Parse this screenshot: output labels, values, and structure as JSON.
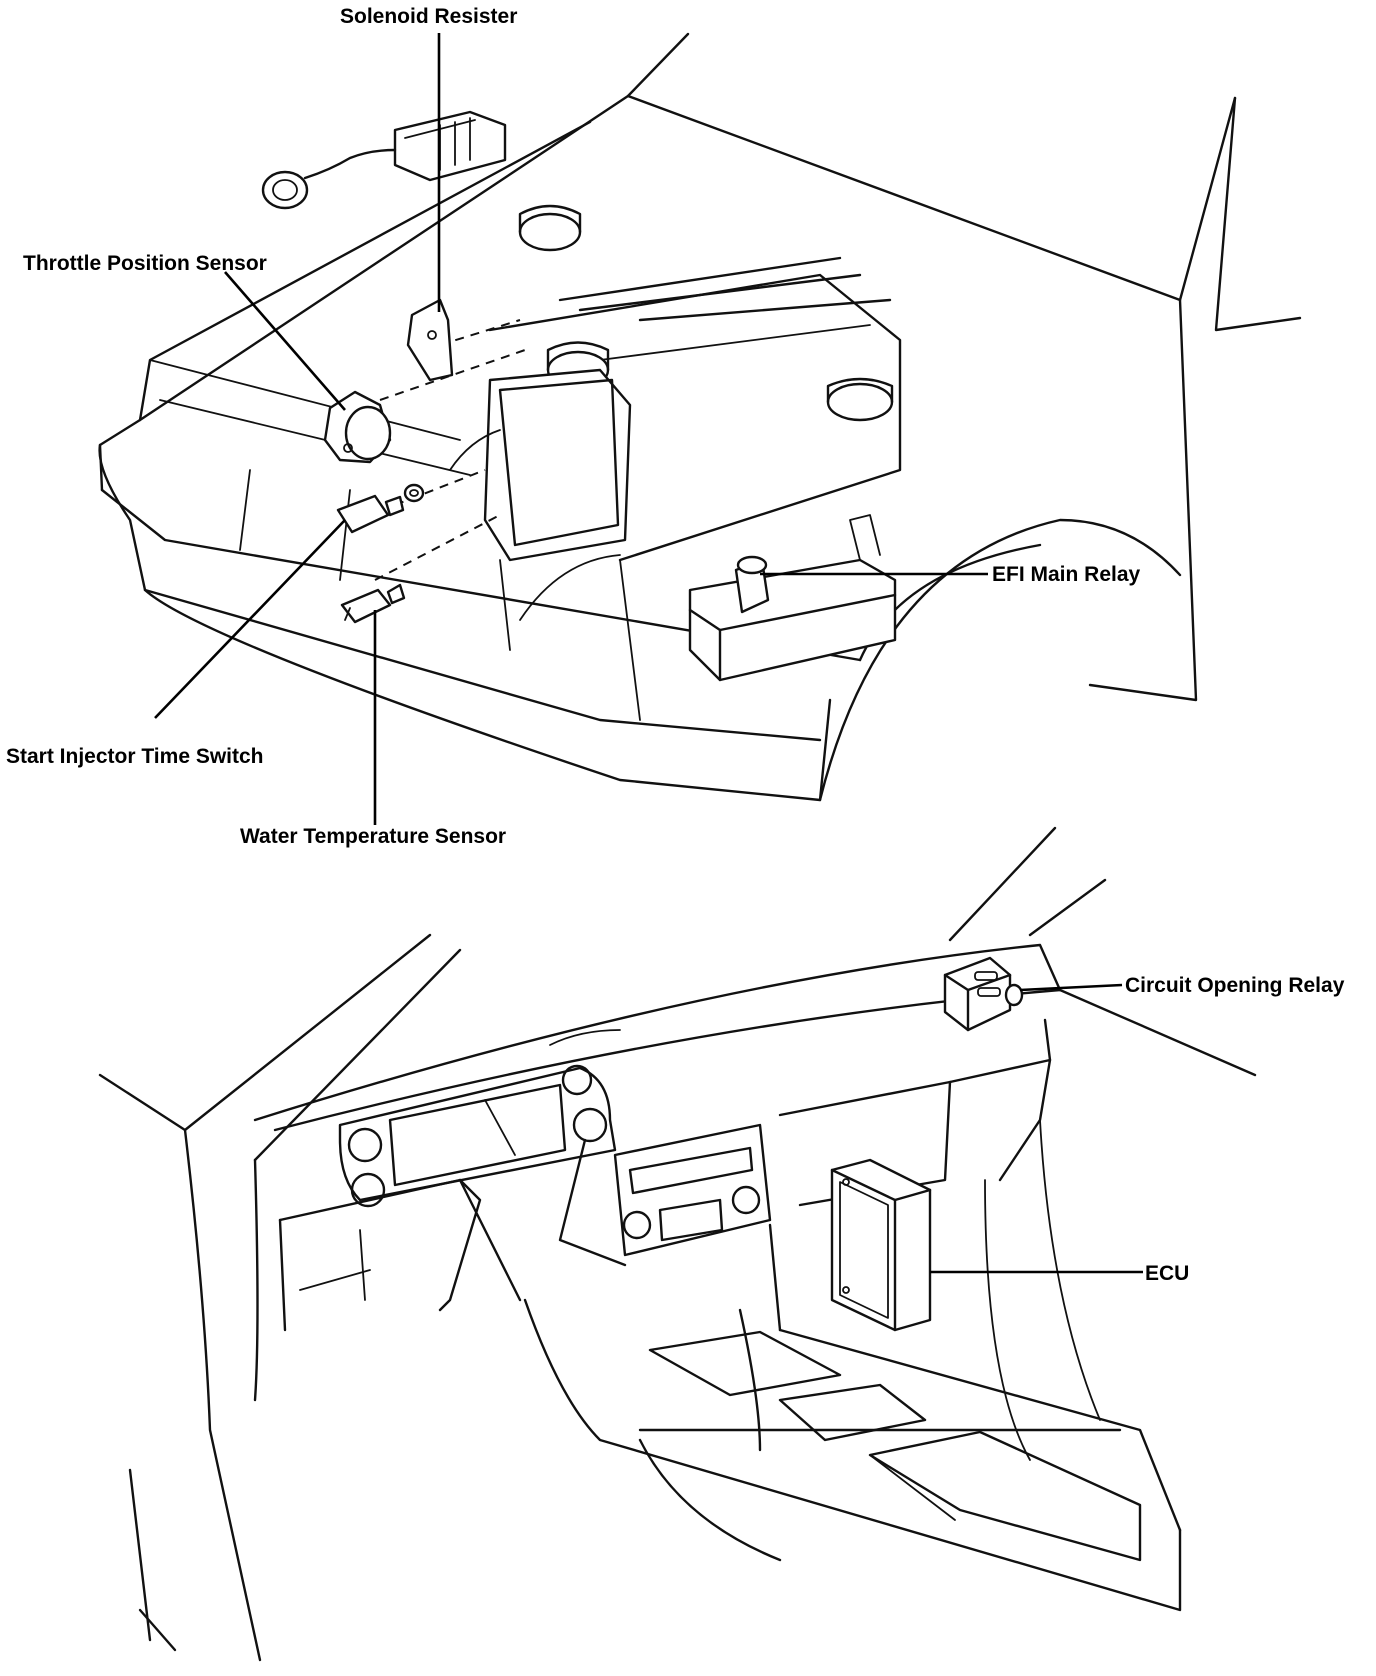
{
  "labels": {
    "solenoid_resister": "Solenoid Resister",
    "throttle_position_sensor": "Throttle Position Sensor",
    "efi_main_relay": "EFI Main Relay",
    "start_injector_time_switch": "Start Injector Time Switch",
    "water_temperature_sensor": "Water Temperature Sensor",
    "circuit_opening_relay": "Circuit Opening Relay",
    "ecu": "ECU"
  }
}
